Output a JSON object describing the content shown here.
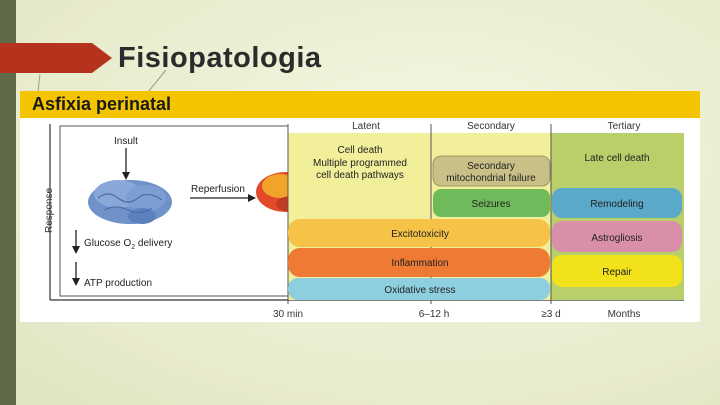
{
  "slide": {
    "title": "Fisiopatologia",
    "subtitle": "Asfixia perinatal"
  },
  "diagram": {
    "y_axis_label": "Response",
    "left_labels": {
      "insult": "Insult",
      "reperfusion": "Reperfusion",
      "glucose": "Glucose O",
      "glucose_sub": "2",
      "glucose_end": " delivery",
      "atp": "ATP production"
    },
    "phases": {
      "latent": "Latent",
      "secondary": "Secondary",
      "tertiary": "Tertiary"
    },
    "latent_box": {
      "line1": "Cell death",
      "line2": "Multiple programmed",
      "line3": "cell death pathways"
    },
    "secondary_box": {
      "line1": "Secondary",
      "line2": "mitochondrial failure"
    },
    "seizures": "Seizures",
    "late_cell_death": "Late cell death",
    "bands": {
      "excitotoxicity": "Excitotoxicity",
      "inflammation": "Inflammation",
      "oxidative": "Oxidative stress"
    },
    "tertiary_items": {
      "remodeling": "Remodeling",
      "astrogliosis": "Astrogliosis",
      "repair": "Repair"
    },
    "time_ticks": {
      "t1": "30 min",
      "t2": "6–12 h",
      "t3": "≥3 d",
      "t4": "Months"
    },
    "colors": {
      "latent_bg": "#f2ef9a",
      "secondary_bg": "#f2ef9a",
      "tertiary_bg": "#b9cf6a",
      "secondary_box": "#c9c087",
      "seizures": "#6fba5a",
      "remodeling": "#5aa9c8",
      "astrogliosis": "#d98fa9",
      "repair": "#f2e21a",
      "excitotoxicity": "#f6c248",
      "inflammation": "#ee7a33",
      "oxidative": "#8ecfdf"
    }
  }
}
